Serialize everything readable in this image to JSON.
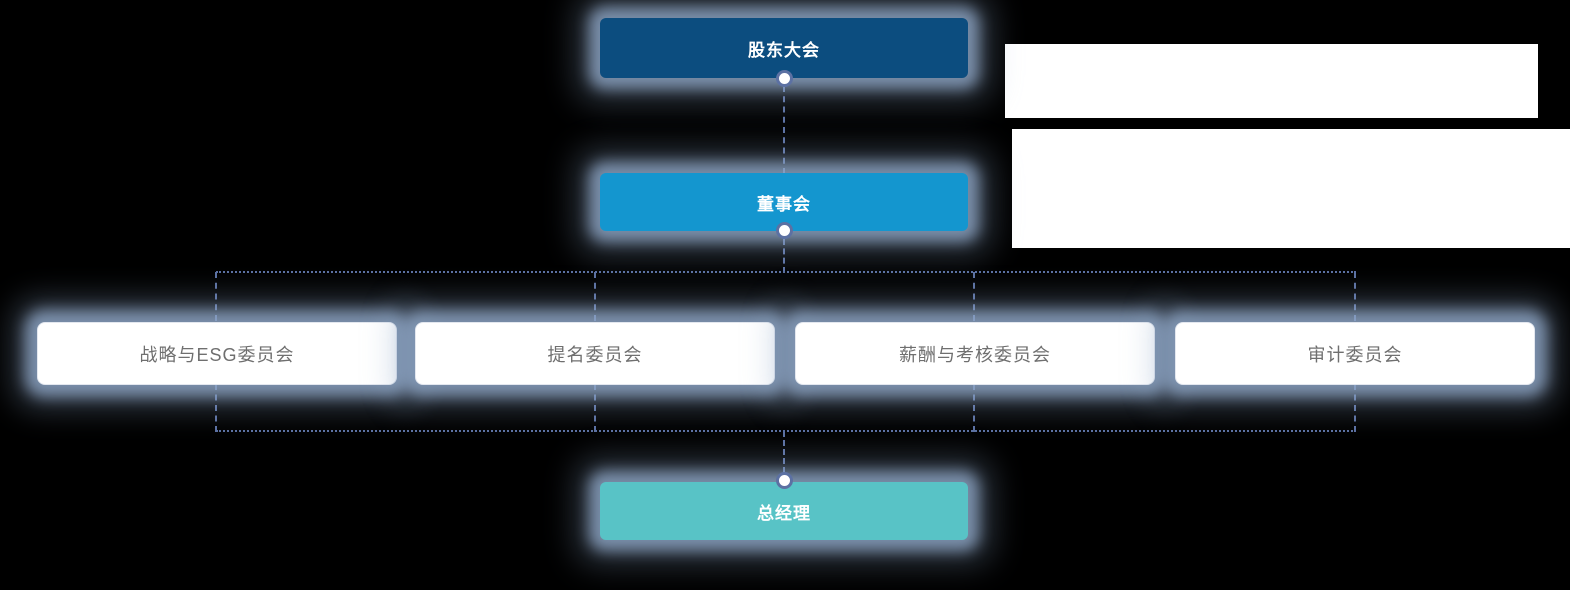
{
  "org_chart": {
    "root": {
      "label": "股东大会"
    },
    "board": {
      "label": "董事会"
    },
    "committees": [
      {
        "label": "战略与ESG委员会"
      },
      {
        "label": "提名委员会"
      },
      {
        "label": "薪酬与考核委员会"
      },
      {
        "label": "审计委员会"
      }
    ],
    "general_manager": {
      "label": "总经理"
    },
    "colors": {
      "root_bg": "#0C4D7F",
      "board_bg": "#1496CF",
      "gm_bg": "#58C3C6",
      "committee_bg": "#FFFFFF",
      "committee_text": "#6F6F6F",
      "node_text": "#FFFFFF",
      "connector": "#5C71A3",
      "glow": "#90A8C8",
      "canvas_bg": "#000000",
      "patch_bg": "#FFFFFF"
    }
  }
}
